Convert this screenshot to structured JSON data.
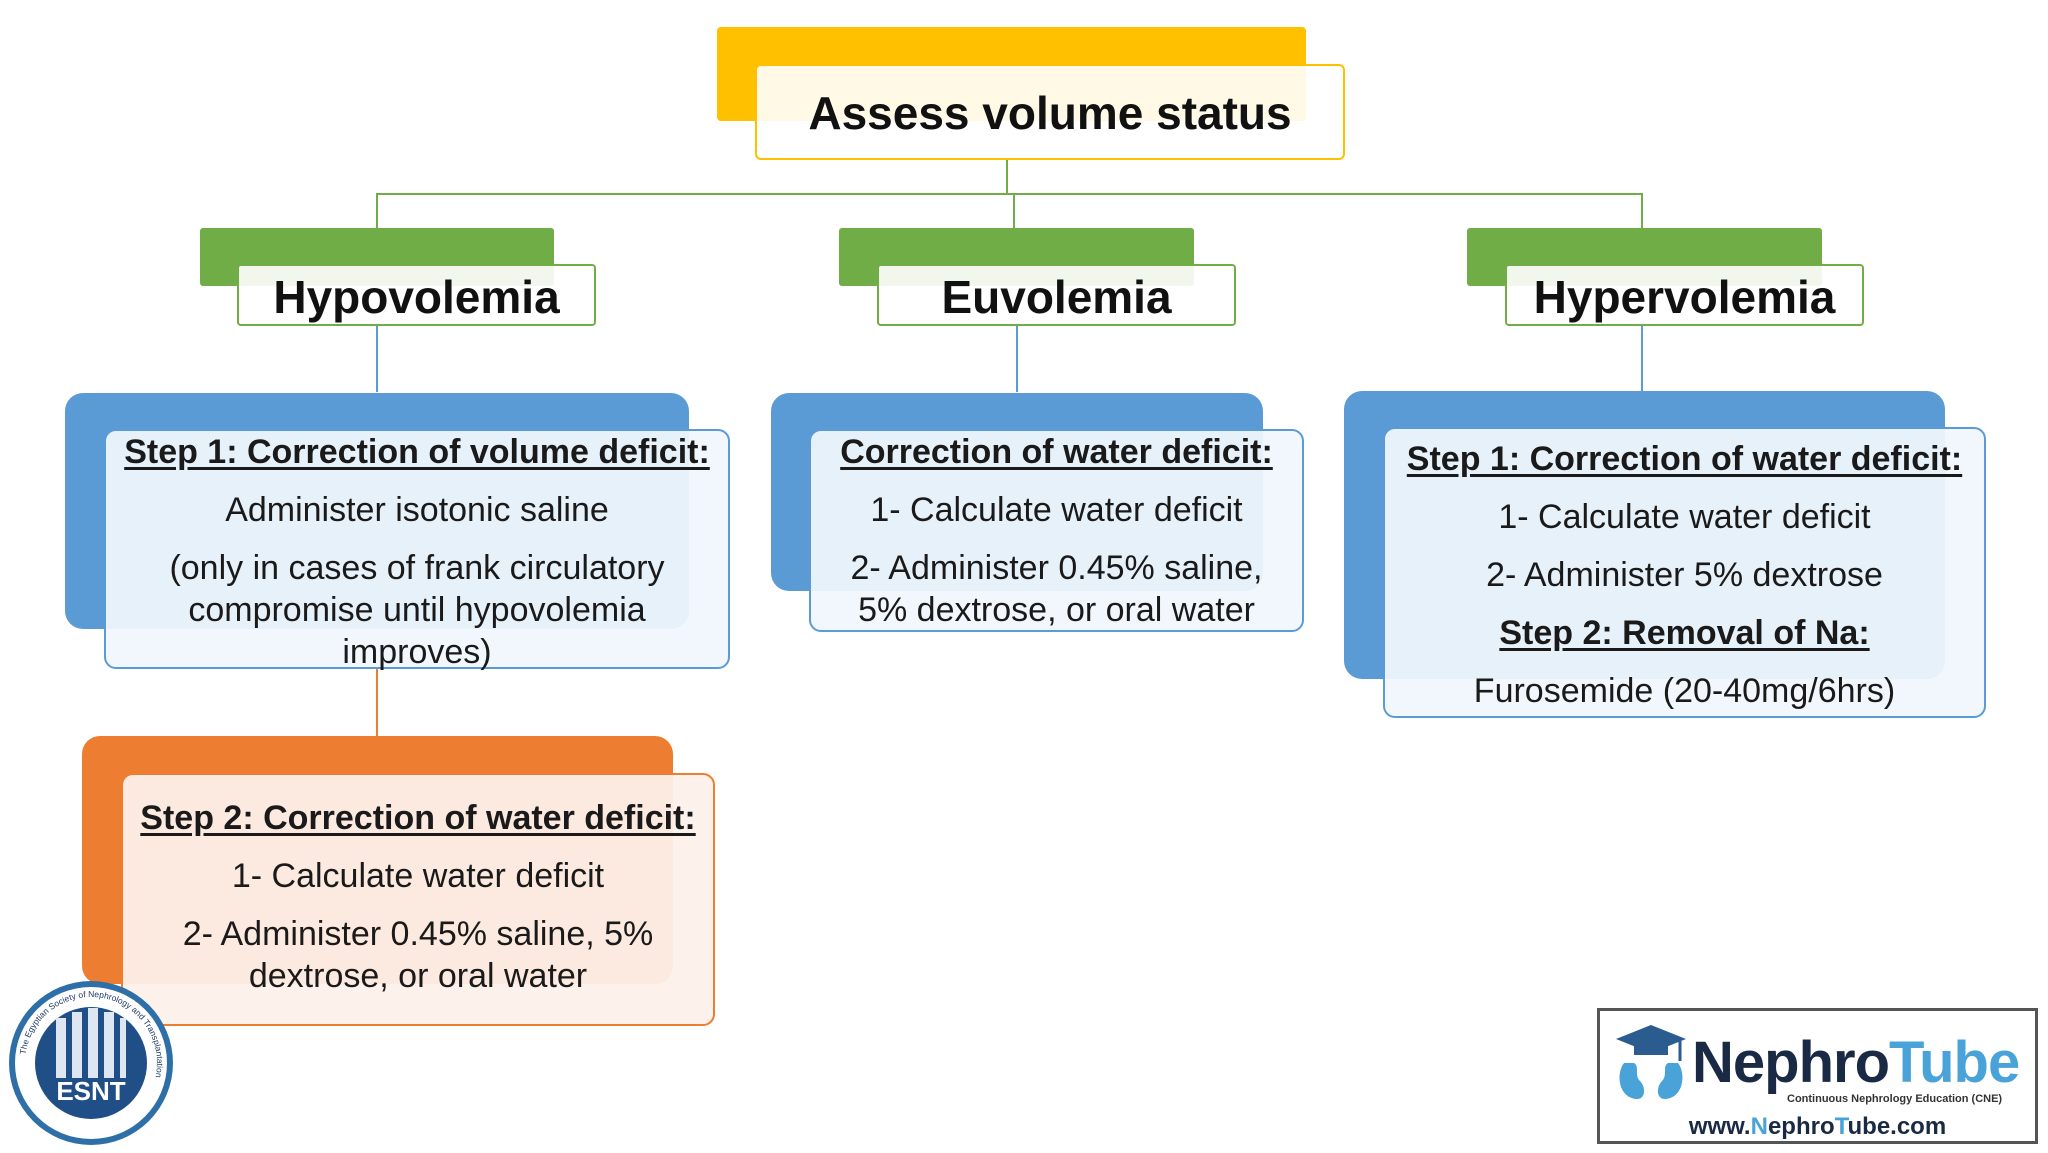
{
  "root": {
    "title": "Assess volume status"
  },
  "branches": {
    "hypo": {
      "title": "Hypovolemia"
    },
    "eu": {
      "title": "Euvolemia"
    },
    "hyper": {
      "title": "Hypervolemia"
    }
  },
  "hypo_step1": {
    "heading": "Step 1: Correction of volume deficit:",
    "line1": "Administer isotonic saline",
    "line2": "(only in cases of frank circulatory",
    "line3": "compromise until hypovolemia",
    "line4": "improves)"
  },
  "hypo_step2": {
    "heading": "Step 2: Correction of water deficit:",
    "line1": "1- Calculate water deficit",
    "line2": "2- Administer 0.45% saline, 5%",
    "line3": "dextrose, or oral water"
  },
  "eu_box": {
    "heading": "Correction of water deficit:",
    "line1": "1- Calculate water deficit",
    "line2": "2- Administer 0.45% saline,",
    "line3": "5% dextrose, or oral water"
  },
  "hyper_box": {
    "heading1": "Step 1: Correction of water deficit:",
    "line1": "1- Calculate water deficit",
    "line2": "2- Administer 5% dextrose",
    "heading2": "Step 2: Removal of Na:",
    "line3": "Furosemide (20-40mg/6hrs)"
  },
  "logos": {
    "esnt_text": "ESNT",
    "esnt_ring": "The Egyptian Society of Nephrology and Transplantation",
    "nephrotube_a": "Nephro",
    "nephrotube_b": "Tube",
    "nephrotube_sub": "Continuous Nephrology Education (CNE)",
    "url_a": "www.",
    "url_b": "N",
    "url_c": "ephro",
    "url_d": "T",
    "url_e": "ube.com"
  },
  "colors": {
    "yellow": "#FFC000",
    "green": "#70AD47",
    "blue": "#5B9BD5",
    "orange": "#ED7D31"
  }
}
